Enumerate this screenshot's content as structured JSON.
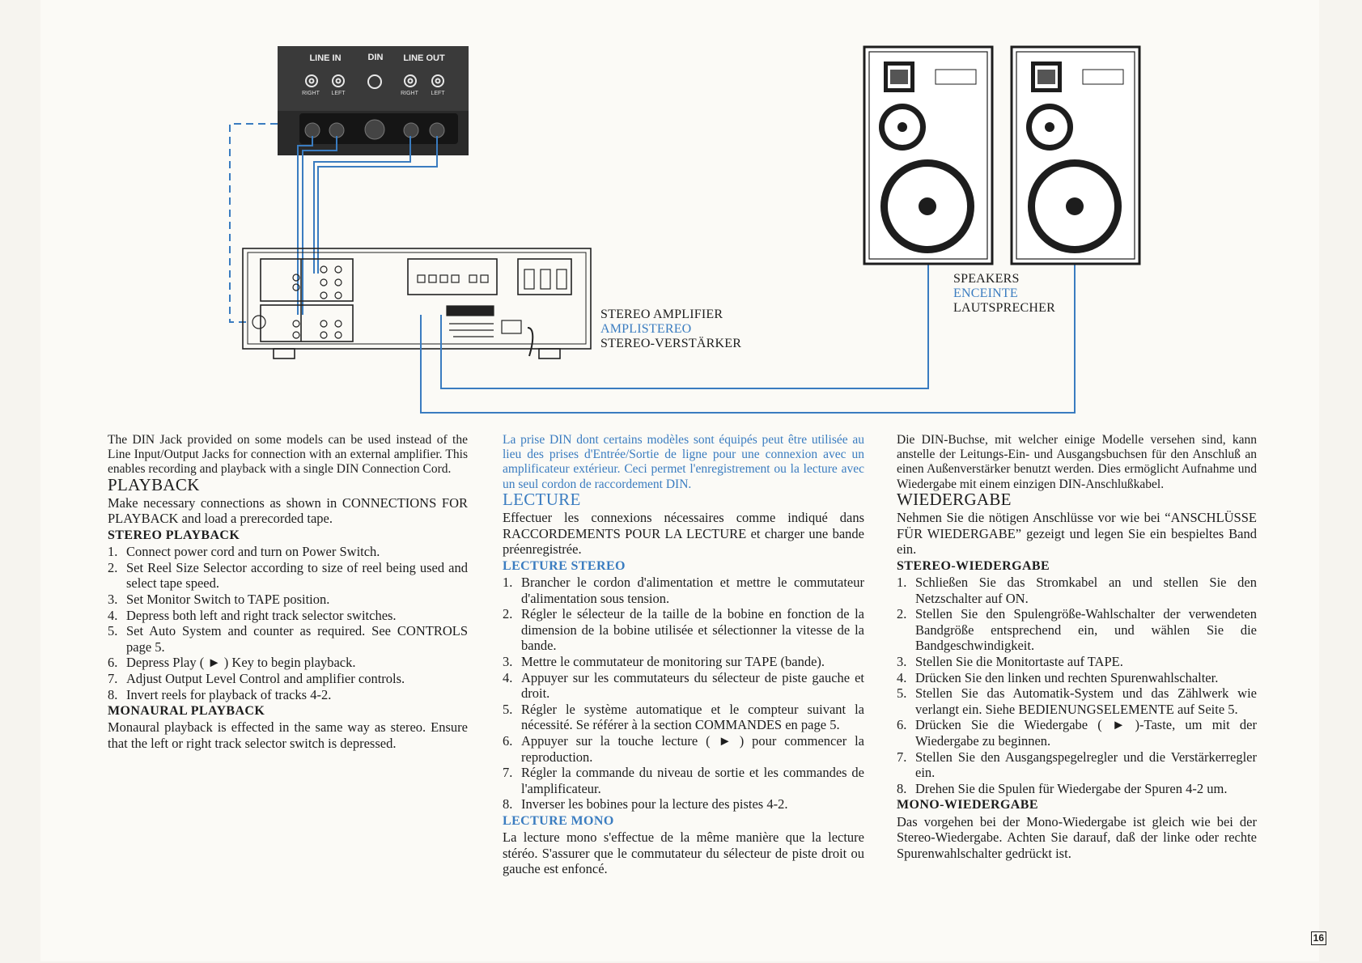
{
  "diagram": {
    "din_panel": {
      "line_in": "LINE IN",
      "din": "DIN",
      "line_out": "LINE OUT",
      "right": "RIGHT",
      "left": "LEFT"
    },
    "amplifier": {
      "en": "STEREO AMPLIFIER",
      "fr": "AMPLISTEREO",
      "de": "STEREO-VERSTÄRKER"
    },
    "speakers": {
      "en": "SPEAKERS",
      "fr": "ENCEINTE",
      "de": "LAUTSPRECHER"
    },
    "cable_color": "#3a7cc0"
  },
  "en": {
    "intro": "The DIN Jack provided on some models can be used instead of the Line Input/Output Jacks for connection with an external amplifier. This enables recording and playback with a single DIN Connection Cord.",
    "heading": "PLAYBACK",
    "lead": "Make necessary connections as shown in CONNECTIONS FOR PLAYBACK and load a prerecorded tape.",
    "sub1": "STEREO PLAYBACK",
    "steps": [
      {
        "n": "1.",
        "t": "Connect power cord and turn on Power Switch."
      },
      {
        "n": "2.",
        "t": "Set Reel Size Selector according to size of reel being used and select tape speed."
      },
      {
        "n": "3.",
        "t": "Set Monitor Switch to TAPE position."
      },
      {
        "n": "4.",
        "t": "Depress both left and right track selector switches."
      },
      {
        "n": "5.",
        "t": "Set Auto System and counter as required. See CONTROLS page 5."
      },
      {
        "n": "6.",
        "t": "Depress Play ( ► ) Key to begin playback."
      },
      {
        "n": "7.",
        "t": "Adjust Output Level Control and amplifier controls."
      },
      {
        "n": "8.",
        "t": "Invert reels for playback of tracks 4-2."
      }
    ],
    "sub2": "MONAURAL PLAYBACK",
    "mono": "Monaural playback is effected in the same way as stereo. Ensure that the left or right track selector switch is depressed."
  },
  "fr": {
    "intro": "La prise DIN dont certains modèles sont équipés peut être utilisée au lieu des prises d'Entrée/Sortie de ligne pour une connexion avec un amplificateur extérieur. Ceci permet l'enregistrement ou la lecture avec un seul cordon de raccordement DIN.",
    "heading": "LECTURE",
    "lead": "Effectuer les connexions nécessaires comme indiqué dans RACCORDEMENTS POUR LA LECTURE et charger une bande préenregistrée.",
    "sub1": "LECTURE STEREO",
    "steps": [
      {
        "n": "1.",
        "t": "Brancher le cordon d'alimentation et mettre le commutateur d'alimentation sous tension."
      },
      {
        "n": "2.",
        "t": "Régler le sélecteur de la taille de la bobine en fonction de la dimension de la bobine utilisée et sélectionner la vitesse de la bande."
      },
      {
        "n": "3.",
        "t": "Mettre le commutateur de monitoring sur TAPE (bande)."
      },
      {
        "n": "4.",
        "t": "Appuyer sur les commutateurs du sélecteur de piste gauche et droit."
      },
      {
        "n": "5.",
        "t": "Régler le système automatique et le compteur suivant la nécessité. Se référer à la section COMMANDES en page 5."
      },
      {
        "n": "6.",
        "t": "Appuyer sur la touche lecture ( ► ) pour commencer la reproduction."
      },
      {
        "n": "7.",
        "t": "Régler la commande du niveau de sortie et les commandes de l'amplificateur."
      },
      {
        "n": "8.",
        "t": "Inverser les bobines pour la lecture des pistes 4-2."
      }
    ],
    "sub2": "LECTURE MONO",
    "mono": "La lecture mono s'effectue de la même manière que la lecture stéréo. S'assurer que le commutateur du sélecteur de piste droit ou gauche est enfoncé."
  },
  "de": {
    "intro": "Die DIN-Buchse, mit welcher einige Modelle versehen sind, kann anstelle der Leitungs-Ein- und Ausgangsbuchsen für den Anschluß an einen Außenverstärker benutzt werden. Dies ermöglicht Aufnahme und Wiedergabe mit einem einzigen DIN-Anschlußkabel.",
    "heading": "WIEDERGABE",
    "lead": "Nehmen Sie die nötigen Anschlüsse vor wie bei “ANSCHLÜSSE FÜR WIEDERGABE” gezeigt und legen Sie ein bespieltes Band ein.",
    "sub1": "STEREO-WIEDERGABE",
    "steps": [
      {
        "n": "1.",
        "t": "Schließen Sie das Stromkabel an und stellen Sie den Netzschalter auf ON."
      },
      {
        "n": "2.",
        "t": "Stellen Sie den Spulengröße-Wahlschalter der verwendeten Bandgröße entsprechend ein, und wählen Sie die Bandgeschwindigkeit."
      },
      {
        "n": "3.",
        "t": "Stellen Sie die Monitortaste auf TAPE."
      },
      {
        "n": "4.",
        "t": "Drücken Sie den linken und rechten Spurenwahlschalter."
      },
      {
        "n": "5.",
        "t": "Stellen Sie das Automatik-System und das Zählwerk wie verlangt ein. Siehe BEDIENUNGSELEMENTE auf Seite 5."
      },
      {
        "n": "6.",
        "t": "Drücken Sie die Wiedergabe ( ► )-Taste, um mit der Wiedergabe zu beginnen."
      },
      {
        "n": "7.",
        "t": "Stellen Sie den Ausgangspegelregler und die Verstärkerregler ein."
      },
      {
        "n": "8.",
        "t": "Drehen Sie die Spulen für Wiedergabe der Spuren 4-2 um."
      }
    ],
    "sub2": "MONO-WIEDERGABE",
    "mono": "Das vorgehen bei der Mono-Wiedergabe ist gleich wie bei der Stereo-Wiedergabe. Achten Sie darauf, daß der linke oder rechte Spurenwahlschalter gedrückt ist."
  },
  "page_number": "16"
}
